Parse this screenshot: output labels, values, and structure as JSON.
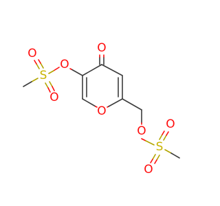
{
  "molecule": {
    "atoms": {
      "ketone_o": "O",
      "ring_o": "O",
      "ester_o_left": "O",
      "ester_o_right": "O",
      "s_left": "S",
      "s_right": "S",
      "so_left_top": "O",
      "so_left_bottom": "O",
      "so_right_top": "O",
      "so_right_bottom": "O"
    },
    "colors": {
      "bond": "#3c3c3c",
      "oxygen": "#ff0d0d",
      "sulfur": "#c8b400"
    }
  }
}
